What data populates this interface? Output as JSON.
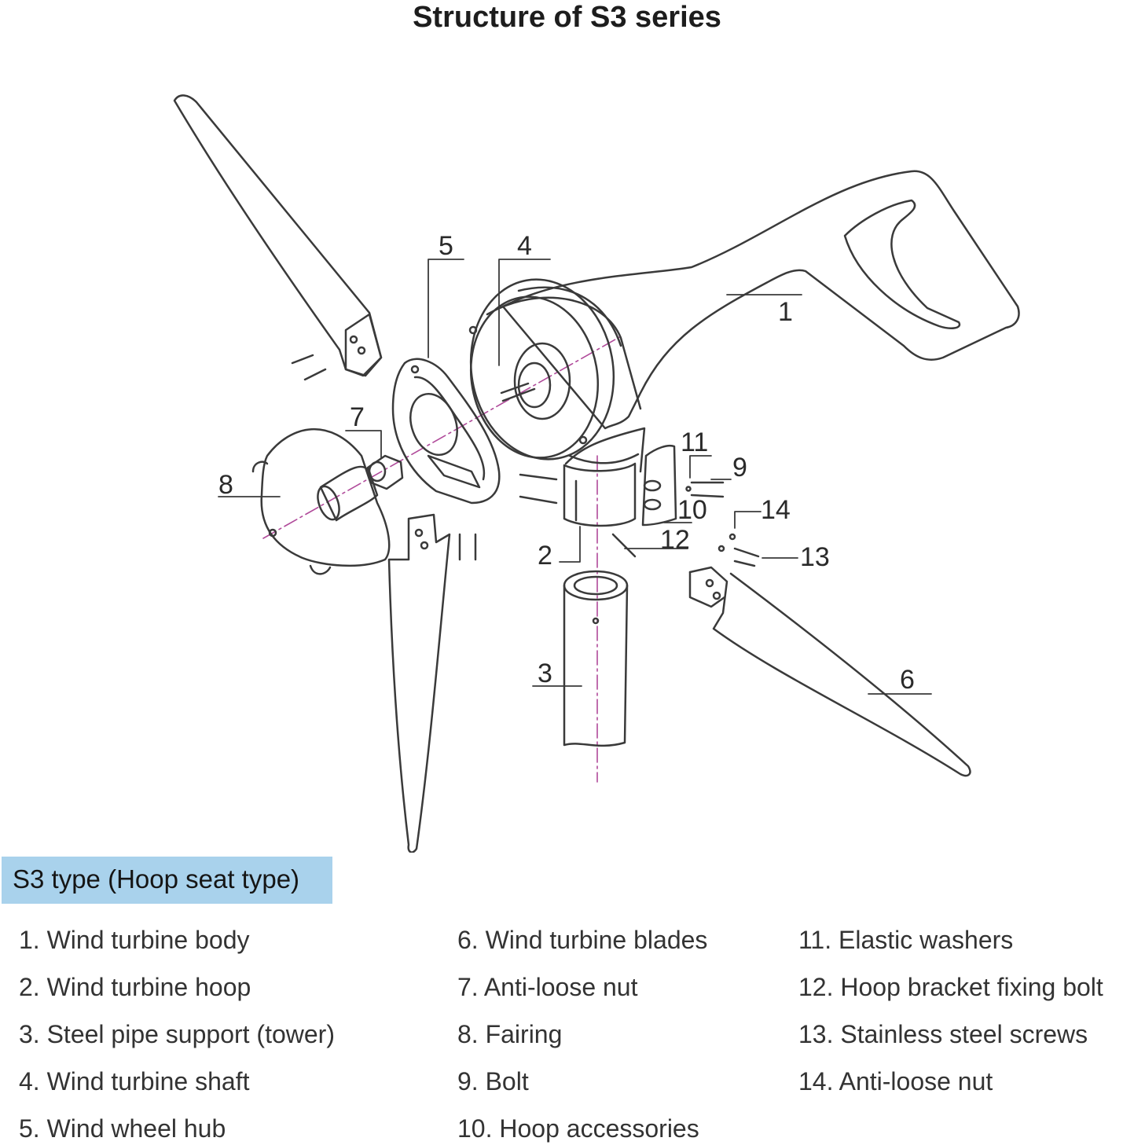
{
  "title": "Structure of S3 series",
  "type_label": "S3 type (Hoop seat type)",
  "callouts": [
    "1",
    "2",
    "3",
    "4",
    "5",
    "6",
    "7",
    "8",
    "9",
    "10",
    "11",
    "12",
    "13",
    "14"
  ],
  "parts": [
    "1. Wind turbine body",
    "2. Wind turbine hoop",
    "3. Steel pipe support (tower)",
    "4. Wind turbine shaft",
    "5. Wind wheel hub",
    "6. Wind turbine blades",
    "7. Anti-loose nut",
    "8. Fairing",
    "9. Bolt",
    "10. Hoop accessories",
    "11. Elastic washers",
    "12. Hoop bracket fixing bolt",
    "13. Stainless steel screws",
    "14. Anti-loose nut"
  ],
  "colors": {
    "line": "#3a3a3a",
    "centerline": "#b04a9a",
    "banner": "#a9d2ec"
  }
}
